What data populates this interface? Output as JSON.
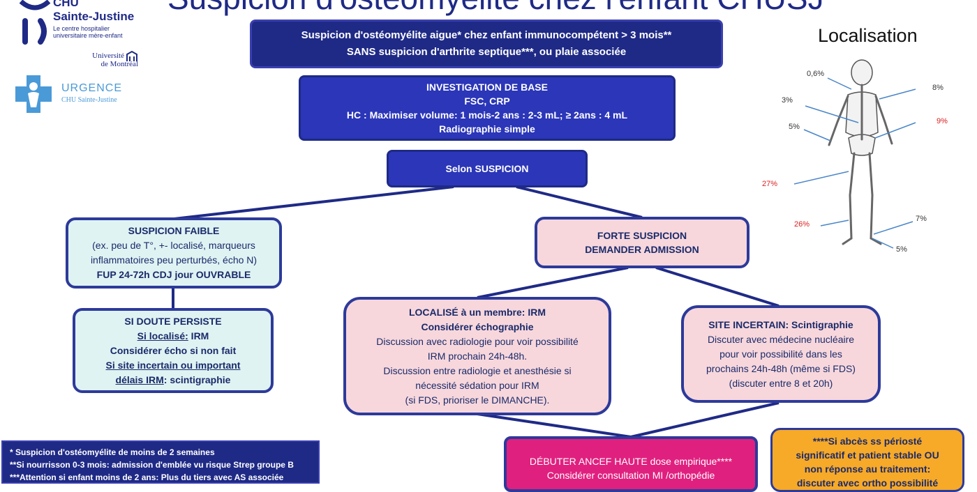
{
  "slide_title": "Suspicion d'ostéomyélite chez l'enfant CHUSJ",
  "logos": {
    "chu_line1": "CHU",
    "chu_line2": "Sainte-Justine",
    "chu_sub1": "Le centre hospitalier",
    "chu_sub2": "universitaire mère-enfant",
    "udem1": "Université",
    "udem2": "de Montréal",
    "urgence": "URGENCE",
    "urgence_sub": "CHU Sainte-Justine"
  },
  "top_box": {
    "line1": "Suspicion d'ostéomyélite aigue* chez enfant immunocompétent > 3 mois**",
    "line2": "SANS suspicion d'arthrite septique***, ou plaie associée"
  },
  "base_box": {
    "line1": "INVESTIGATION DE BASE",
    "line2": "FSC, CRP",
    "line3": "HC : Maximiser volume: 1 mois-2 ans : 2-3 mL; ≥ 2ans : 4 mL",
    "line4": "Radiographie simple"
  },
  "selon_box": {
    "label": "Selon SUSPICION"
  },
  "faible_box": {
    "line1": "SUSPICION FAIBLE",
    "line2": "(ex. peu de T°, +- localisé, marqueurs",
    "line3": "inflammatoires peu perturbés, écho N)",
    "line4": "FUP 24-72h CDJ jour OUVRABLE"
  },
  "doute_box": {
    "line1": "SI DOUTE PERSISTE",
    "line2a": "Si localisé:",
    "line2b": " IRM",
    "line3": "Considérer écho si non fait",
    "line4": "Si site incertain ou important",
    "line5a": "délais IRM",
    "line5b": ": scintigraphie"
  },
  "forte_box": {
    "line1": "FORTE SUSPICION",
    "line2": "DEMANDER ADMISSION"
  },
  "localise_box": {
    "line1": "LOCALISÉ à un membre: IRM",
    "line2": "Considérer échographie",
    "line3": "Discussion avec radiologie  pour voir possibilité",
    "line4": "IRM prochain 24h-48h.",
    "line5": "Discussion entre radiologie et anesthésie si",
    "line6": "nécessité sédation pour IRM",
    "line7": "(si FDS, prioriser le DIMANCHE)."
  },
  "incertain_box": {
    "line1": "SITE INCERTAIN: Scintigraphie",
    "line2": "Discuter avec médecine nucléaire",
    "line3": "pour voir possibilité dans les",
    "line4": "prochains 24h-48h (même si FDS)",
    "line5": "(discuter entre 8 et 20h)"
  },
  "debuter_box": {
    "line1": "DÉBUTER ANCEF HAUTE dose empirique****",
    "line2": "Considérer consultation MI /orthopédie"
  },
  "abces_box": {
    "line1": "****Si abcès ss périosté",
    "line2": "significatif et patient stable OU",
    "line3": "non réponse au traitement:",
    "line4": "discuter avec ortho possibilité"
  },
  "footnotes": {
    "n1": "* Suspicion d'ostéomyélite de moins de 2 semaines",
    "n2": "**Si nourrisson 0-3 mois: admission d'emblée vu risque Strep groupe B",
    "n3": "***Attention si enfant moins de 2 ans: Plus du tiers avec AS associée"
  },
  "localisation": {
    "title": "Localisation",
    "labels": [
      "0,6%",
      "8%",
      "3%",
      "9%",
      "5%",
      "27%",
      "26%",
      "7%",
      "5%"
    ]
  },
  "colors": {
    "navy": "#1f2a86",
    "magenta": "#e0207f",
    "orange": "#f7a928",
    "pink": "#f7d7dc",
    "teal": "#dff3f3",
    "red_pct": "#d92020"
  }
}
